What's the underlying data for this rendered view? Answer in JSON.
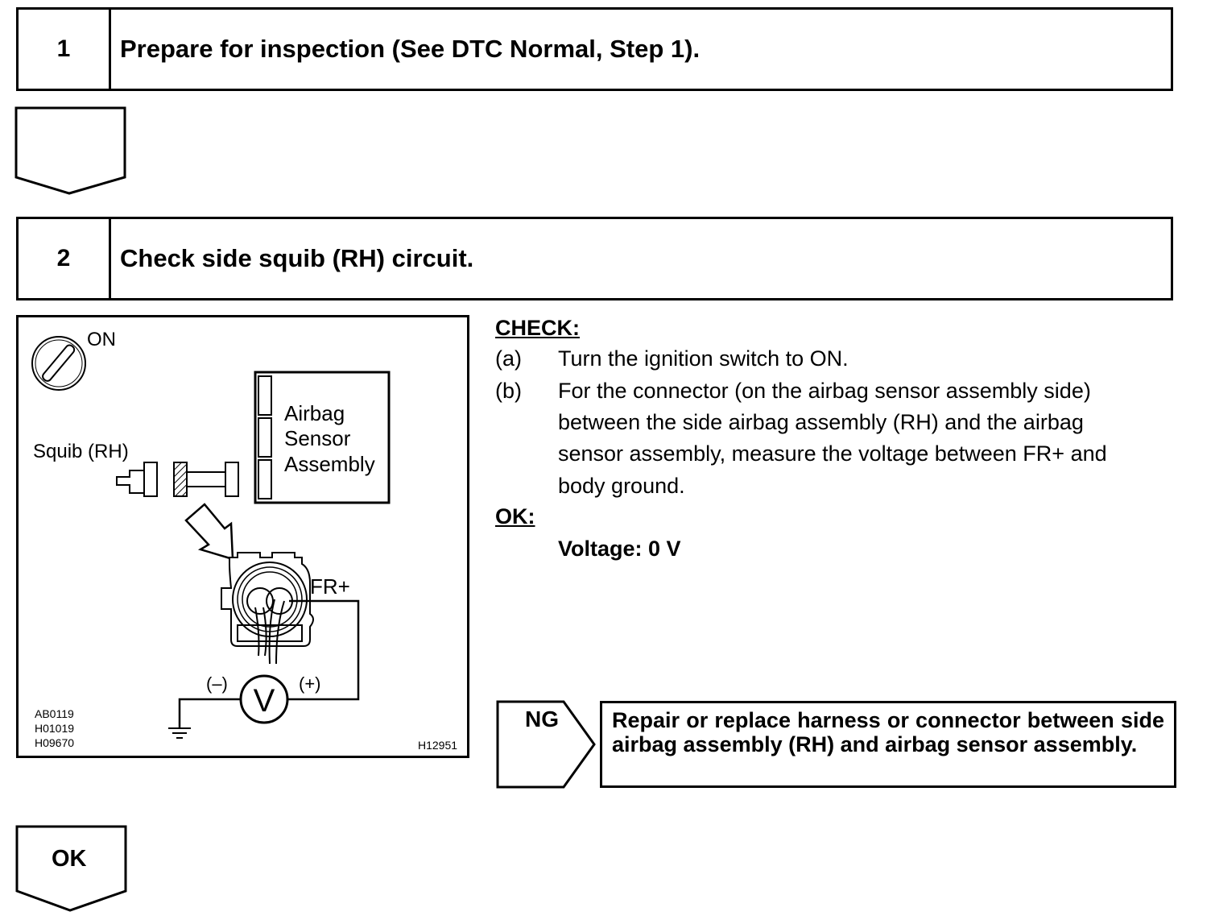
{
  "step1": {
    "number": "1",
    "title": "Prepare for inspection (See DTC Normal, Step 1)."
  },
  "step2": {
    "number": "2",
    "title": "Check side squib (RH) circuit."
  },
  "figure": {
    "on_label": "ON",
    "squib_label": "Squib (RH)",
    "sensor_label_1": "Airbag",
    "sensor_label_2": "Sensor",
    "sensor_label_3": "Assembly",
    "terminal_label": "FR+",
    "meter_symbol": "V",
    "neg_label": "(–)",
    "pos_label": "(+)",
    "code_1": "AB0119",
    "code_2": "H01019",
    "code_3": "H09670",
    "figure_id": "H12951"
  },
  "check": {
    "heading": "CHECK:",
    "a_marker": "(a)",
    "a_text": "Turn the ignition switch to ON.",
    "b_marker": "(b)",
    "b_line1": "For the connector (on the airbag sensor assembly side)",
    "b_line2": "between the side airbag assembly (RH) and the airbag",
    "b_line3": "sensor assembly, measure the voltage between FR+ and",
    "b_line4": "body ground."
  },
  "ok_spec": {
    "heading": "OK:",
    "value": "Voltage: 0 V"
  },
  "ng": {
    "label": "NG",
    "text": "Repair or replace harness or connector between side airbag assembly (RH) and airbag sensor assembly."
  },
  "ok_arrow": {
    "label": "OK"
  }
}
